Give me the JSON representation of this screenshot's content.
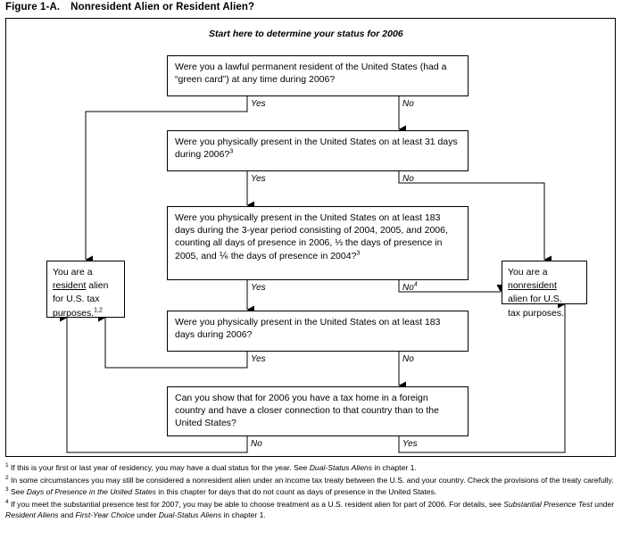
{
  "header": {
    "figure_number": "Figure 1-A.",
    "title": "Nonresident Alien or Resident Alien?"
  },
  "start_caption": "Start here to determine your status for 2006",
  "nodes": {
    "q1": {
      "id": "lawful-permanent-resident",
      "text": "Were you a lawful permanent resident of the United States (had a “green card”) at any time during 2006?",
      "yes_label": "Yes",
      "no_label": "No"
    },
    "q2": {
      "id": "present-31-days",
      "text": "Were you physically present in the United States on at least 31 days during 2006?",
      "footnote_marker": "3",
      "yes_label": "Yes",
      "no_label": "No"
    },
    "q3": {
      "id": "substantial-presence-183-3year",
      "text": "Were you physically present in the United States on at least 183 days during the 3-year period consisting of 2004, 2005, and 2006, counting all days of presence in 2006, ⅓ the days of presence in 2005, and ⅙ the days of presence in 2004?",
      "footnote_marker": "3",
      "yes_label": "Yes",
      "no_label": "No",
      "no_footnote_marker": "4"
    },
    "q4": {
      "id": "present-183-days-2006",
      "text": "Were you physically present in the United States on at least 183 days during 2006?",
      "yes_label": "Yes",
      "no_label": "No"
    },
    "q5": {
      "id": "closer-connection",
      "text": "Can you show that for 2006 you have a tax home in a foreign country and have a closer connection to that country than to the United States?",
      "no_label": "No",
      "yes_label": "Yes"
    },
    "resident": {
      "id": "resident-alien-result",
      "line1": "You are a",
      "emphasis": "resident",
      "line2_rest": " alien",
      "line3": "for U.S. tax",
      "line4": "purposes.",
      "footnote_marker": "1,2"
    },
    "nonresident": {
      "id": "nonresident-alien-result",
      "line1": "You are a",
      "emphasis": "nonresident",
      "line2_rest": "",
      "line3": "alien for U.S.",
      "line4": "tax purposes.",
      "footnote_marker": ""
    }
  },
  "footnotes": [
    {
      "marker": "1",
      "parts": [
        {
          "t": "If this is your first or last year of residency, you may have a dual status for the year. See ",
          "i": false
        },
        {
          "t": "Dual-Status Aliens",
          "i": true
        },
        {
          "t": " in chapter 1.",
          "i": false
        }
      ]
    },
    {
      "marker": "2",
      "parts": [
        {
          "t": "In some circumstances you may still be considered a nonresident alien under an income tax treaty between the U.S. and your country. Check the provisions of the treaty carefully.",
          "i": false
        }
      ]
    },
    {
      "marker": "3",
      "parts": [
        {
          "t": "See ",
          "i": false
        },
        {
          "t": "Days of Presence in the United States",
          "i": true
        },
        {
          "t": " in this chapter for days that do not count as days of presence in the United States.",
          "i": false
        }
      ]
    },
    {
      "marker": "4",
      "parts": [
        {
          "t": "If you meet the substantial presence test for 2007, you may be able to choose treatment as a U.S. resident alien for part of 2006. For details, see ",
          "i": false
        },
        {
          "t": "Substantial Presence Test",
          "i": true
        },
        {
          "t": " under ",
          "i": false
        },
        {
          "t": "Resident Aliens",
          "i": true
        },
        {
          "t": " and ",
          "i": false
        },
        {
          "t": "First-Year Choice",
          "i": true
        },
        {
          "t": " under ",
          "i": false
        },
        {
          "t": "Dual-Status Aliens",
          "i": true
        },
        {
          "t": " in chapter 1.",
          "i": false
        }
      ]
    }
  ],
  "colors": {
    "line": "#000000",
    "background": "#ffffff",
    "text": "#000000"
  }
}
